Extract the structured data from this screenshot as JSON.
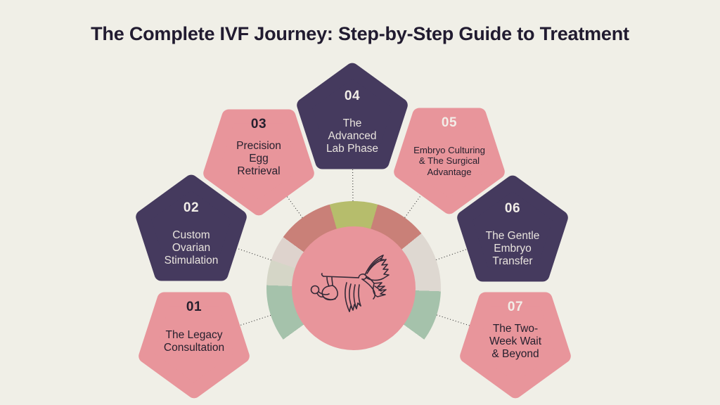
{
  "title": "The Complete IVF Journey: Step-by-Step Guide to Treatment",
  "steps": [
    {
      "number": "01",
      "label": "The Legacy\nConsultation",
      "shape_color": "#e8959b",
      "number_color": "#26202e",
      "text_color": "#26202e"
    },
    {
      "number": "02",
      "label": "Custom\nOvarian\nStimulation",
      "shape_color": "#453a5e",
      "number_color": "#f2eee8",
      "text_color": "#e9e4de"
    },
    {
      "number": "03",
      "label": "Precision\nEgg\nRetrieval",
      "shape_color": "#e8959b",
      "number_color": "#26202e",
      "text_color": "#26202e"
    },
    {
      "number": "04",
      "label": "The\nAdvanced\nLab Phase",
      "shape_color": "#453a5e",
      "number_color": "#f2eee8",
      "text_color": "#e9e4de"
    },
    {
      "number": "05",
      "label": "Embryo Culturing\n& The Surgical\nAdvantage",
      "shape_color": "#e8959b",
      "number_color": "#f2eee8",
      "text_color": "#26202e"
    },
    {
      "number": "06",
      "label": "The Gentle\nEmbryo\nTransfer",
      "shape_color": "#453a5e",
      "number_color": "#f2eee8",
      "text_color": "#e9e4de"
    },
    {
      "number": "07",
      "label": "The Two-\nWeek Wait\n& Beyond",
      "shape_color": "#e8959b",
      "number_color": "#f2eee8",
      "text_color": "#26202e"
    }
  ],
  "center": {
    "icon": "stork-carrying-baby-icon",
    "circle_color": "#e8959b",
    "ring_segments": [
      {
        "color": "#b6bd6c",
        "from": 0,
        "to": 16
      },
      {
        "color": "#c98078",
        "from": 16,
        "to": 51
      },
      {
        "color": "#ded8d1",
        "from": 51,
        "to": 92
      },
      {
        "color": "#a5c2ab",
        "from": 92,
        "to": 126
      },
      {
        "color": "transparent",
        "from": 126,
        "to": 234
      },
      {
        "color": "#a5c2ab",
        "from": 234,
        "to": 272
      },
      {
        "color": "#d5d6c7",
        "from": 272,
        "to": 289
      },
      {
        "color": "#ded3cd",
        "from": 289,
        "to": 306
      },
      {
        "color": "#c98078",
        "from": 306,
        "to": 344
      },
      {
        "color": "#b6bd6c",
        "from": 344,
        "to": 360
      }
    ]
  },
  "colors": {
    "background": "#f0efe7",
    "title_text": "#211b30",
    "connector_line": "#2e2e2e",
    "stork_line": "#352a38"
  }
}
